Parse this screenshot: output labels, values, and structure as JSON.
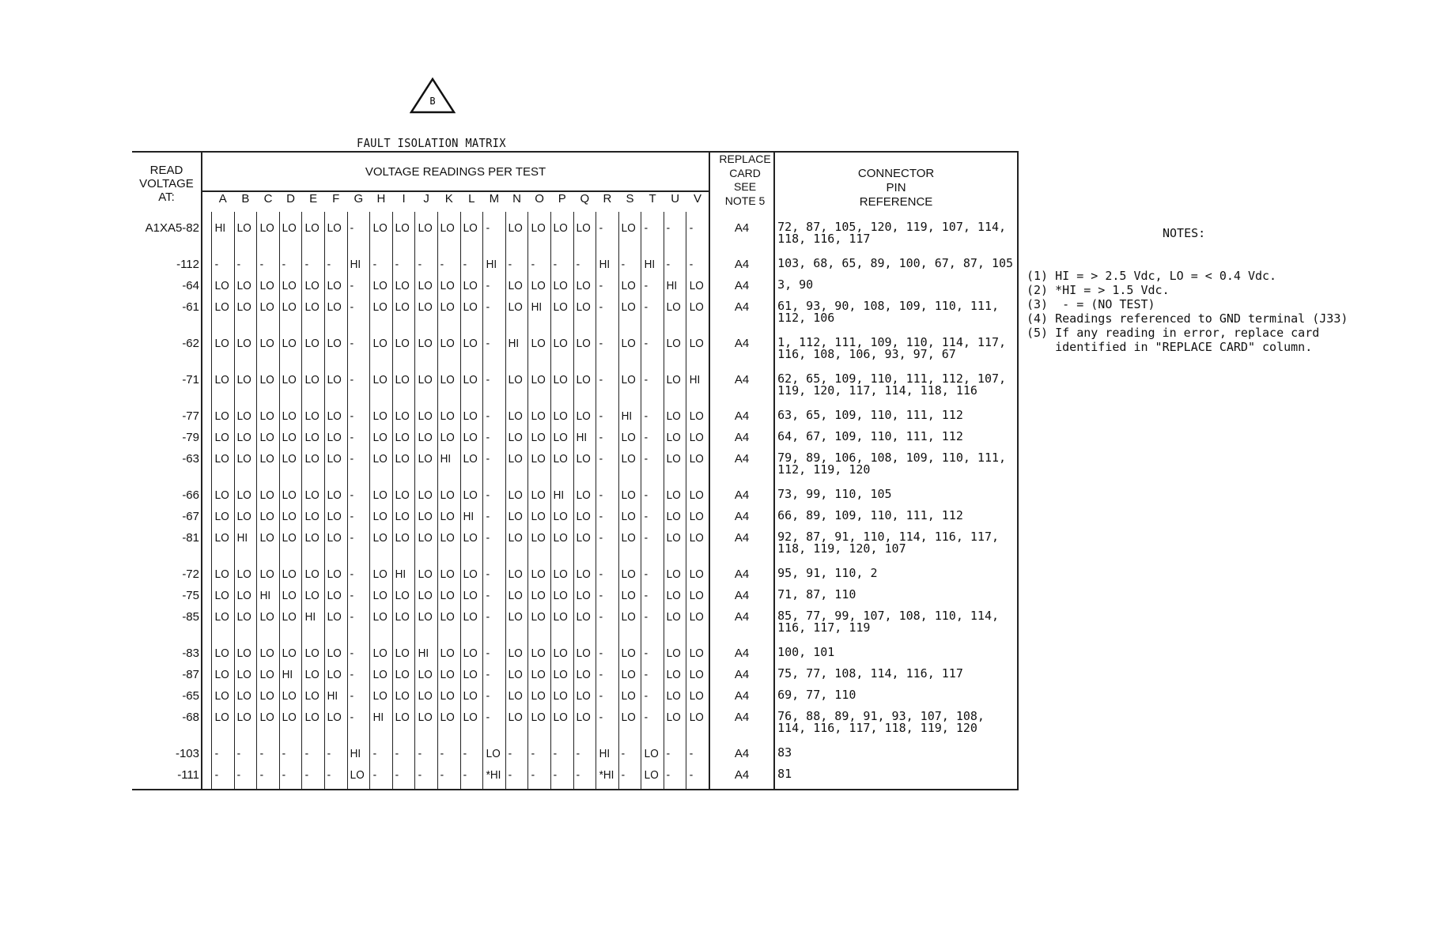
{
  "badge_letter": "B",
  "title": "FAULT ISOLATION MATRIX",
  "headers": {
    "read_voltage_at": [
      "READ",
      "VOLTAGE",
      "AT:"
    ],
    "voltage_readings": "VOLTAGE READINGS PER TEST",
    "replace_card": [
      "REPLACE",
      "CARD",
      "SEE",
      "NOTE 5"
    ],
    "connector": [
      "CONNECTOR",
      "PIN",
      "REFERENCE"
    ],
    "tests": [
      "A",
      "B",
      "C",
      "D",
      "E",
      "F",
      "G",
      "H",
      "I",
      "J",
      "K",
      "L",
      "M",
      "N",
      "O",
      "P",
      "Q",
      "R",
      "S",
      "T",
      "U",
      "V"
    ]
  },
  "rows": [
    {
      "at": "A1XA5-82",
      "r": [
        "HI",
        "LO",
        "LO",
        "LO",
        "LO",
        "LO",
        "-",
        "LO",
        "LO",
        "LO",
        "LO",
        "LO",
        "-",
        "LO",
        "LO",
        "LO",
        "LO",
        "-",
        "LO",
        "-",
        "-",
        "-"
      ],
      "card": "A4",
      "pins": [
        "72, 87, 105, 120, 119, 107, 114,",
        "118, 116, 117"
      ]
    },
    {
      "at": "-112",
      "r": [
        "-",
        "-",
        "-",
        "-",
        "-",
        "-",
        "HI",
        "-",
        "-",
        "-",
        "-",
        "-",
        "HI",
        "-",
        "-",
        "-",
        "-",
        "HI",
        "-",
        "HI",
        "-",
        "-"
      ],
      "card": "A4",
      "pins": [
        "103, 68, 65, 89, 100, 67, 87, 105"
      ]
    },
    {
      "at": "-64",
      "r": [
        "LO",
        "LO",
        "LO",
        "LO",
        "LO",
        "LO",
        "-",
        "LO",
        "LO",
        "LO",
        "LO",
        "LO",
        "-",
        "LO",
        "LO",
        "LO",
        "LO",
        "-",
        "LO",
        "-",
        "HI",
        "LO"
      ],
      "card": "A4",
      "pins": [
        "3, 90"
      ]
    },
    {
      "at": "-61",
      "r": [
        "LO",
        "LO",
        "LO",
        "LO",
        "LO",
        "LO",
        "-",
        "LO",
        "LO",
        "LO",
        "LO",
        "LO",
        "-",
        "LO",
        "HI",
        "LO",
        "LO",
        "-",
        "LO",
        "-",
        "LO",
        "LO"
      ],
      "card": "A4",
      "pins": [
        "61, 93, 90, 108, 109, 110, 111,",
        "112, 106"
      ]
    },
    {
      "at": "-62",
      "r": [
        "LO",
        "LO",
        "LO",
        "LO",
        "LO",
        "LO",
        "-",
        "LO",
        "LO",
        "LO",
        "LO",
        "LO",
        "-",
        "HI",
        "LO",
        "LO",
        "LO",
        "-",
        "LO",
        "-",
        "LO",
        "LO"
      ],
      "card": "A4",
      "pins": [
        "1, 112, 111, 109, 110, 114, 117,",
        "116, 108, 106, 93, 97, 67"
      ]
    },
    {
      "at": "-71",
      "r": [
        "LO",
        "LO",
        "LO",
        "LO",
        "LO",
        "LO",
        "-",
        "LO",
        "LO",
        "LO",
        "LO",
        "LO",
        "-",
        "LO",
        "LO",
        "LO",
        "LO",
        "-",
        "LO",
        "-",
        "LO",
        "HI"
      ],
      "card": "A4",
      "pins": [
        "62, 65, 109, 110, 111, 112, 107,",
        "119, 120, 117, 114, 118, 116"
      ]
    },
    {
      "at": "-77",
      "r": [
        "LO",
        "LO",
        "LO",
        "LO",
        "LO",
        "LO",
        "-",
        "LO",
        "LO",
        "LO",
        "LO",
        "LO",
        "-",
        "LO",
        "LO",
        "LO",
        "LO",
        "-",
        "HI",
        "-",
        "LO",
        "LO"
      ],
      "card": "A4",
      "pins": [
        "63, 65, 109, 110, 111, 112"
      ]
    },
    {
      "at": "-79",
      "r": [
        "LO",
        "LO",
        "LO",
        "LO",
        "LO",
        "LO",
        "-",
        "LO",
        "LO",
        "LO",
        "LO",
        "LO",
        "-",
        "LO",
        "LO",
        "LO",
        "HI",
        "-",
        "LO",
        "-",
        "LO",
        "LO"
      ],
      "card": "A4",
      "pins": [
        "64, 67, 109, 110, 111, 112"
      ]
    },
    {
      "at": "-63",
      "r": [
        "LO",
        "LO",
        "LO",
        "LO",
        "LO",
        "LO",
        "-",
        "LO",
        "LO",
        "LO",
        "HI",
        "LO",
        "-",
        "LO",
        "LO",
        "LO",
        "LO",
        "-",
        "LO",
        "-",
        "LO",
        "LO"
      ],
      "card": "A4",
      "pins": [
        "79, 89, 106, 108, 109, 110, 111,",
        "112, 119, 120"
      ]
    },
    {
      "at": "-66",
      "r": [
        "LO",
        "LO",
        "LO",
        "LO",
        "LO",
        "LO",
        "-",
        "LO",
        "LO",
        "LO",
        "LO",
        "LO",
        "-",
        "LO",
        "LO",
        "HI",
        "LO",
        "-",
        "LO",
        "-",
        "LO",
        "LO"
      ],
      "card": "A4",
      "pins": [
        "73, 99, 110, 105"
      ]
    },
    {
      "at": "-67",
      "r": [
        "LO",
        "LO",
        "LO",
        "LO",
        "LO",
        "LO",
        "-",
        "LO",
        "LO",
        "LO",
        "LO",
        "HI",
        "-",
        "LO",
        "LO",
        "LO",
        "LO",
        "-",
        "LO",
        "-",
        "LO",
        "LO"
      ],
      "card": "A4",
      "pins": [
        "66, 89, 109, 110, 111, 112"
      ]
    },
    {
      "at": "-81",
      "r": [
        "LO",
        "HI",
        "LO",
        "LO",
        "LO",
        "LO",
        "-",
        "LO",
        "LO",
        "LO",
        "LO",
        "LO",
        "-",
        "LO",
        "LO",
        "LO",
        "LO",
        "-",
        "LO",
        "-",
        "LO",
        "LO"
      ],
      "card": "A4",
      "pins": [
        "92, 87, 91, 110, 114, 116, 117,",
        "118, 119, 120, 107"
      ]
    },
    {
      "at": "-72",
      "r": [
        "LO",
        "LO",
        "LO",
        "LO",
        "LO",
        "LO",
        "-",
        "LO",
        "HI",
        "LO",
        "LO",
        "LO",
        "-",
        "LO",
        "LO",
        "LO",
        "LO",
        "-",
        "LO",
        "-",
        "LO",
        "LO"
      ],
      "card": "A4",
      "pins": [
        "95, 91, 110, 2"
      ]
    },
    {
      "at": "-75",
      "r": [
        "LO",
        "LO",
        "HI",
        "LO",
        "LO",
        "LO",
        "-",
        "LO",
        "LO",
        "LO",
        "LO",
        "LO",
        "-",
        "LO",
        "LO",
        "LO",
        "LO",
        "-",
        "LO",
        "-",
        "LO",
        "LO"
      ],
      "card": "A4",
      "pins": [
        "71, 87, 110"
      ]
    },
    {
      "at": "-85",
      "r": [
        "LO",
        "LO",
        "LO",
        "LO",
        "HI",
        "LO",
        "-",
        "LO",
        "LO",
        "LO",
        "LO",
        "LO",
        "-",
        "LO",
        "LO",
        "LO",
        "LO",
        "-",
        "LO",
        "-",
        "LO",
        "LO"
      ],
      "card": "A4",
      "pins": [
        "85, 77, 99, 107, 108, 110, 114,",
        "116, 117, 119"
      ]
    },
    {
      "at": "-83",
      "r": [
        "LO",
        "LO",
        "LO",
        "LO",
        "LO",
        "LO",
        "-",
        "LO",
        "LO",
        "HI",
        "LO",
        "LO",
        "-",
        "LO",
        "LO",
        "LO",
        "LO",
        "-",
        "LO",
        "-",
        "LO",
        "LO"
      ],
      "card": "A4",
      "pins": [
        "100, 101"
      ]
    },
    {
      "at": "-87",
      "r": [
        "LO",
        "LO",
        "LO",
        "HI",
        "LO",
        "LO",
        "-",
        "LO",
        "LO",
        "LO",
        "LO",
        "LO",
        "-",
        "LO",
        "LO",
        "LO",
        "LO",
        "-",
        "LO",
        "-",
        "LO",
        "LO"
      ],
      "card": "A4",
      "pins": [
        "75, 77, 108, 114, 116, 117"
      ]
    },
    {
      "at": "-65",
      "r": [
        "LO",
        "LO",
        "LO",
        "LO",
        "LO",
        "HI",
        "-",
        "LO",
        "LO",
        "LO",
        "LO",
        "LO",
        "-",
        "LO",
        "LO",
        "LO",
        "LO",
        "-",
        "LO",
        "-",
        "LO",
        "LO"
      ],
      "card": "A4",
      "pins": [
        "69, 77, 110"
      ]
    },
    {
      "at": "-68",
      "r": [
        "LO",
        "LO",
        "LO",
        "LO",
        "LO",
        "LO",
        "-",
        "HI",
        "LO",
        "LO",
        "LO",
        "LO",
        "-",
        "LO",
        "LO",
        "LO",
        "LO",
        "-",
        "LO",
        "-",
        "LO",
        "LO"
      ],
      "card": "A4",
      "pins": [
        "76, 88, 89, 91, 93, 107, 108,",
        "114, 116, 117, 118, 119, 120"
      ]
    },
    {
      "at": "-103",
      "r": [
        "-",
        "-",
        "-",
        "-",
        "-",
        "-",
        "HI",
        "-",
        "-",
        "-",
        "-",
        "-",
        "LO",
        "-",
        "-",
        "-",
        "-",
        "HI",
        "-",
        "LO",
        "-",
        "-"
      ],
      "card": "A4",
      "pins": [
        "83"
      ]
    },
    {
      "at": "-111",
      "r": [
        "-",
        "-",
        "-",
        "-",
        "-",
        "-",
        "LO",
        "-",
        "-",
        "-",
        "-",
        "-",
        "*HI",
        "-",
        "-",
        "-",
        "-",
        "*HI",
        "-",
        "LO",
        "-",
        "-"
      ],
      "card": "A4",
      "pins": [
        "81"
      ]
    }
  ],
  "notes": {
    "title": "NOTES:",
    "items": [
      "(1) HI = > 2.5 Vdc, LO = < 0.4 Vdc.",
      "(2) *HI = > 1.5 Vdc.",
      "(3)  - = (NO TEST)",
      "(4) Readings referenced to GND terminal (J33)",
      "(5) If any reading in error, replace card",
      "    identified in \"REPLACE CARD\" column."
    ]
  }
}
